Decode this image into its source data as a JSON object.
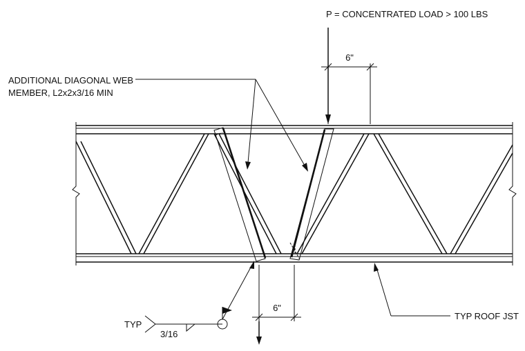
{
  "labels": {
    "load_note": "P = CONCENTRATED LOAD > 100 LBS",
    "top_dimension": "6\"",
    "bottom_dimension": "6\"",
    "web_member_note_line1": "ADDITIONAL DIAGONAL WEB",
    "web_member_note_line2": "MEMBER, L2x2x3/16 MIN",
    "weld_typ": "TYP",
    "weld_size": "3/16",
    "joist_note": "TYP ROOF JST"
  }
}
